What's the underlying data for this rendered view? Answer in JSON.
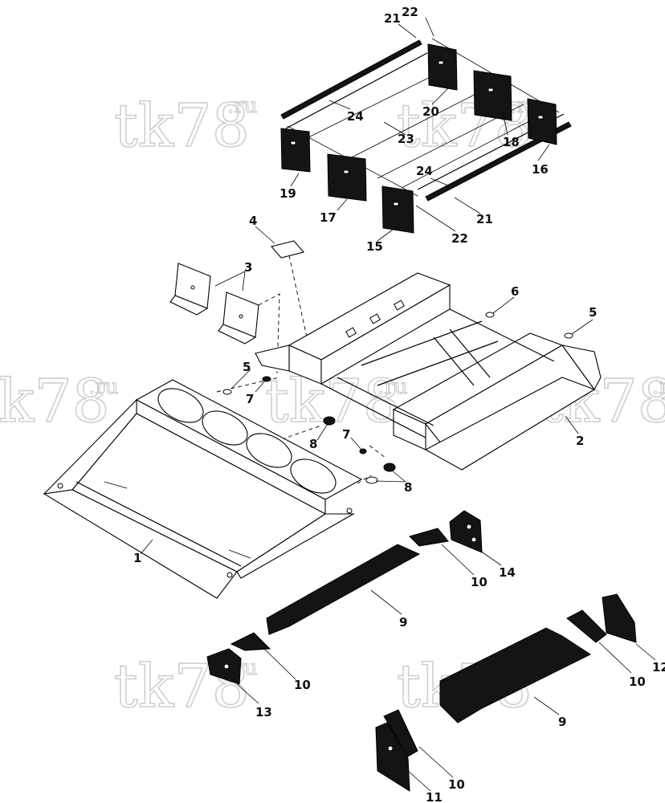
{
  "watermark": {
    "main": "tk78",
    "suffix": ".ru"
  },
  "callouts": [
    {
      "id": "c21a",
      "label": "21"
    },
    {
      "id": "c22a",
      "label": "22"
    },
    {
      "id": "c24a",
      "label": "24"
    },
    {
      "id": "c20",
      "label": "20"
    },
    {
      "id": "c23",
      "label": "23"
    },
    {
      "id": "c18",
      "label": "18"
    },
    {
      "id": "c16",
      "label": "16"
    },
    {
      "id": "c19",
      "label": "19"
    },
    {
      "id": "c17",
      "label": "17"
    },
    {
      "id": "c24b",
      "label": "24"
    },
    {
      "id": "c21b",
      "label": "21"
    },
    {
      "id": "c22b",
      "label": "22"
    },
    {
      "id": "c15",
      "label": "15"
    },
    {
      "id": "c4",
      "label": "4"
    },
    {
      "id": "c3",
      "label": "3"
    },
    {
      "id": "c6",
      "label": "6"
    },
    {
      "id": "c5a",
      "label": "5"
    },
    {
      "id": "c5b",
      "label": "5"
    },
    {
      "id": "c7a",
      "label": "7"
    },
    {
      "id": "c8a",
      "label": "8"
    },
    {
      "id": "c7b",
      "label": "7"
    },
    {
      "id": "c8b",
      "label": "8"
    },
    {
      "id": "c2",
      "label": "2"
    },
    {
      "id": "c1",
      "label": "1"
    },
    {
      "id": "c14",
      "label": "14"
    },
    {
      "id": "c10a",
      "label": "10"
    },
    {
      "id": "c9a",
      "label": "9"
    },
    {
      "id": "c10b",
      "label": "10"
    },
    {
      "id": "c13",
      "label": "13"
    },
    {
      "id": "c12",
      "label": "12"
    },
    {
      "id": "c10c",
      "label": "10"
    },
    {
      "id": "c9b",
      "label": "9"
    },
    {
      "id": "c10d",
      "label": "10"
    },
    {
      "id": "c11",
      "label": "11"
    }
  ]
}
